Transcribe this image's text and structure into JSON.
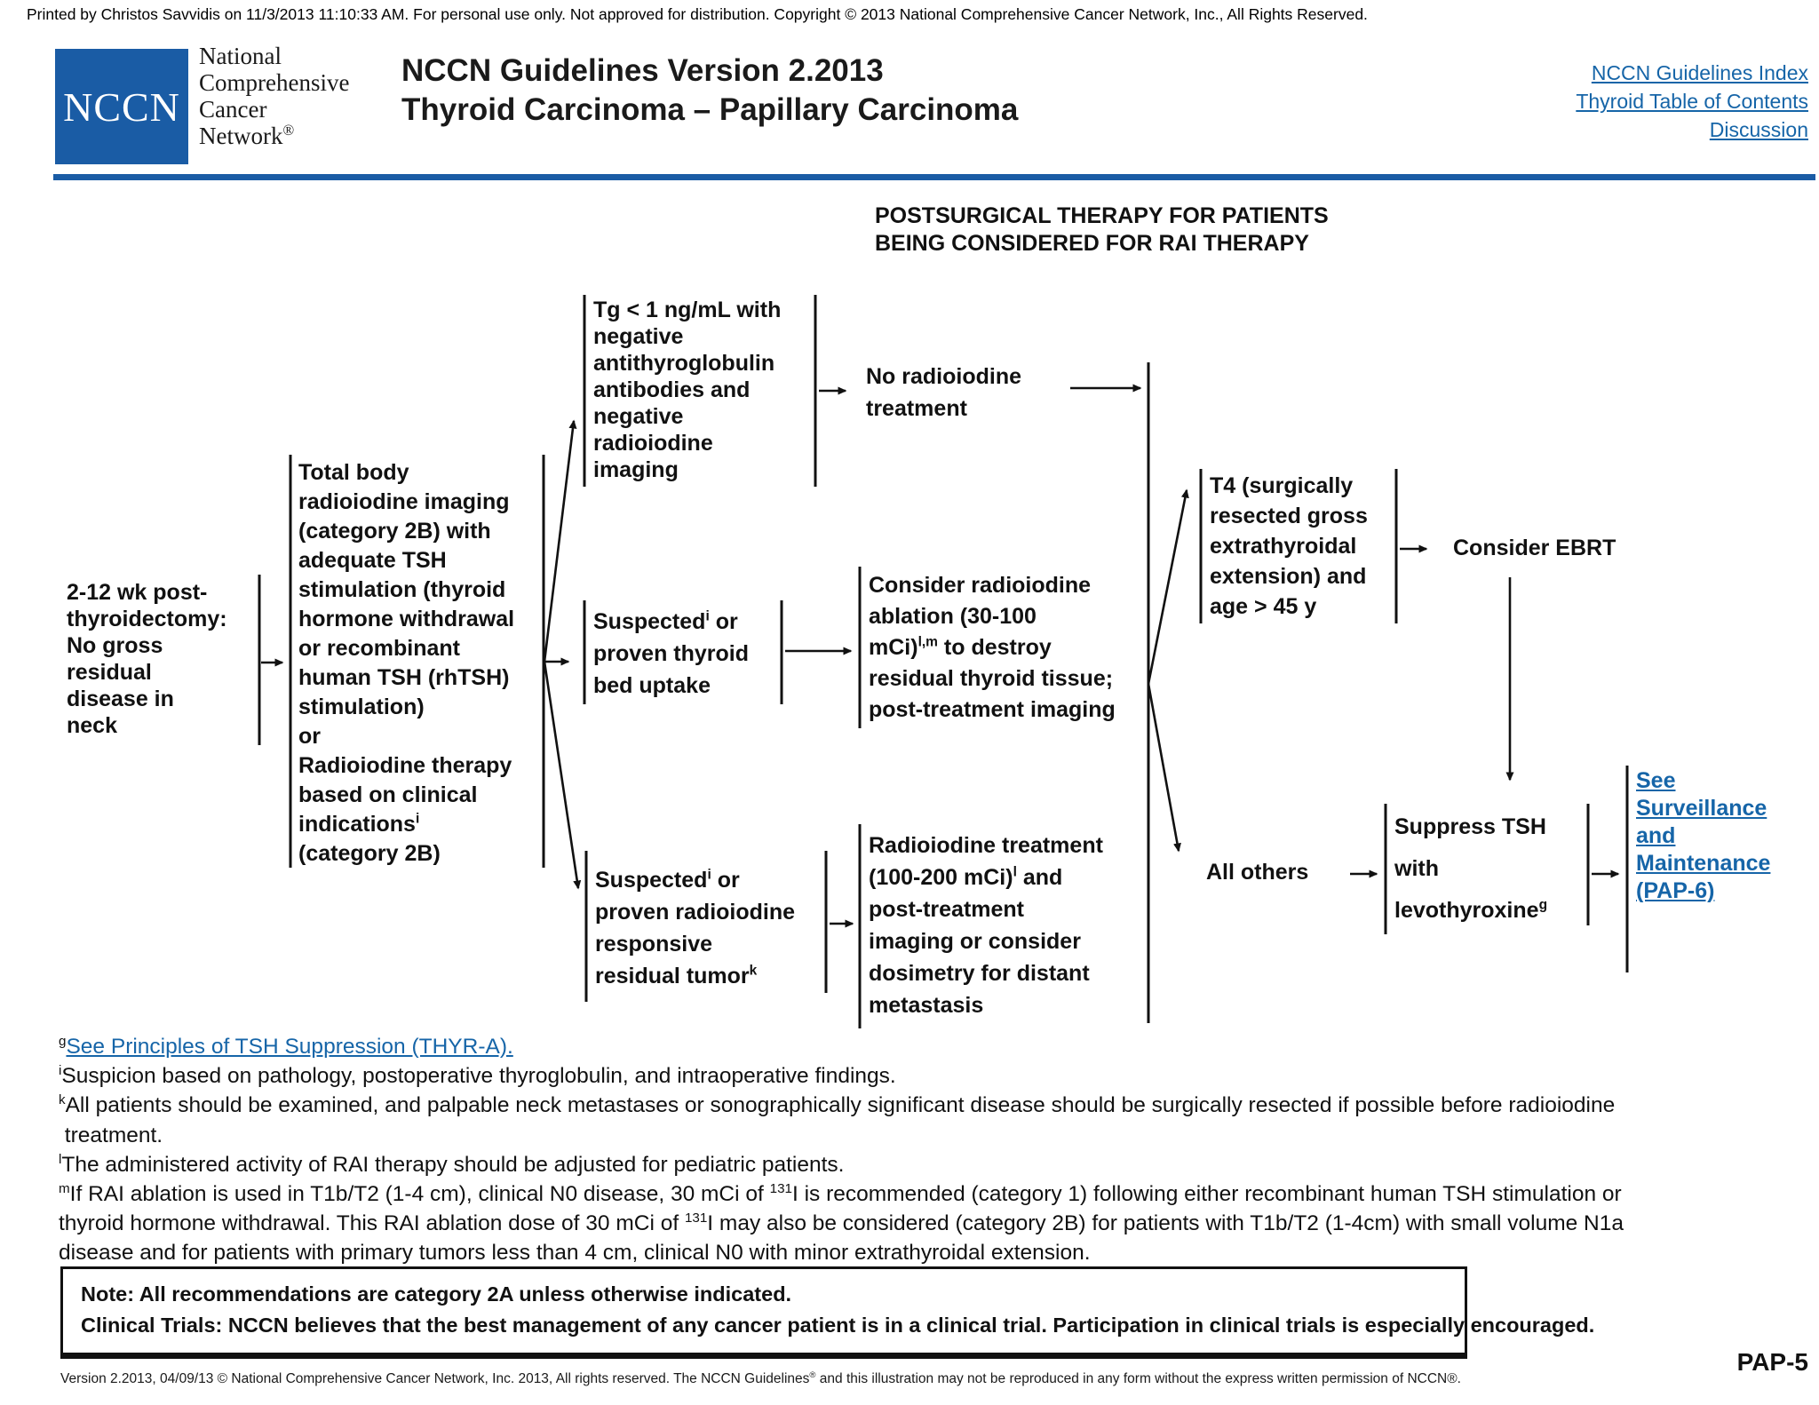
{
  "print_notice": "Printed by Christos Savvidis on 11/3/2013 11:10:33 AM.  For personal use only.  Not approved for distribution.  Copyright © 2013 National Comprehensive Cancer Network, Inc., All Rights Reserved.",
  "header": {
    "logo_text": "NCCN",
    "org_name": "National\nComprehensive\nCancer\nNetwork^{®}",
    "title_line1": "NCCN Guidelines Version 2.2013",
    "title_line2": "Thyroid Carcinoma – Papillary Carcinoma",
    "links": [
      {
        "label": "NCCN Guidelines Index"
      },
      {
        "label": "Thyroid Table of Contents"
      },
      {
        "label": "Discussion"
      }
    ]
  },
  "diagram": {
    "heading": "POSTSURGICAL THERAPY FOR PATIENTS\nBEING CONSIDERED FOR RAI THERAPY",
    "nodes": {
      "start": "2-12 wk post-\nthyroidectomy:\nNo gross\nresidual\ndisease in\nneck",
      "imaging": "Total body\nradioiodine imaging\n(category 2B) with\nadequate TSH\nstimulation (thyroid\nhormone withdrawal\nor recombinant\nhuman TSH (rhTSH)\nstimulation)\nor\nRadioiodine therapy\nbased on clinical\nindications^{i}\n(category 2B)",
      "tg_negative": "Tg < 1 ng/mL with\nnegative\nantithyroglobulin\nantibodies and\nnegative\nradioiodine\nimaging",
      "no_treatment": "No radioiodine\ntreatment",
      "thyroid_bed": "Suspected^{i} or\nproven thyroid\nbed uptake",
      "ablation": "Consider radioiodine\nablation (30-100\nmCi)^{l,m} to destroy\nresidual thyroid tissue;\npost-treatment imaging",
      "residual_tumor": "Suspected^{i} or\nproven radioiodine\nresponsive\nresidual tumor^{k}",
      "treatment": "Radioiodine treatment\n(100-200 mCi)^{l} and\npost-treatment\nimaging or consider\ndosimetry for distant\nmetastasis",
      "t4": "T4 (surgically\nresected gross\nextrathyroidal\nextension) and\nage > 45 y",
      "ebrt": "Consider EBRT",
      "all_others": "All others",
      "suppress": "Suppress TSH\nwith\nlevothyroxine^{g}",
      "surveillance_link": "See\nSurveillance\nand\nMaintenance\n(PAP-6)"
    }
  },
  "footnotes": [
    {
      "marker": "g",
      "text": "See Principles of TSH Suppression (THYR-A)."
    },
    {
      "marker": "i",
      "text": "Suspicion based on pathology, postoperative thyroglobulin, and intraoperative findings."
    },
    {
      "marker": "k",
      "text": "All patients should be examined, and palpable neck metastases or sonographically significant disease should be surgically resected if possible before radioiodine\n treatment."
    },
    {
      "marker": "l",
      "text": "The administered activity of RAI therapy should be adjusted for pediatric patients."
    },
    {
      "marker": "m",
      "text": "If RAI ablation is used in T1b/T2 (1-4 cm), clinical N0 disease, 30 mCi of ^{131}I is recommended (category 1) following either recombinant human TSH stimulation or\nthyroid hormone withdrawal.  This RAI ablation dose of 30 mCi of ^{131}I may also be considered (category 2B) for patients with T1b/T2 (1-4cm) with small volume N1a\ndisease and for patients with primary tumors less than 4 cm, clinical N0 with minor extrathyroidal extension."
    }
  ],
  "note_box": {
    "line1": "Note:  All recommendations are category 2A unless otherwise indicated.",
    "line2": "Clinical Trials: NCCN believes that the best management of any cancer patient is in a clinical trial.  Participation in clinical trials is especially encouraged."
  },
  "footer": {
    "copyright": "Version 2.2013, 04/09/13 © National Comprehensive Cancer Network, Inc. 2013, All rights reserved. The NCCN Guidelines^{®} and this illustration may not be reproduced in any form without the express written permission of NCCN®.",
    "page_id": "PAP-5"
  },
  "colors": {
    "nccn_blue": "#1A5CA5",
    "link_blue": "#1665A8"
  }
}
